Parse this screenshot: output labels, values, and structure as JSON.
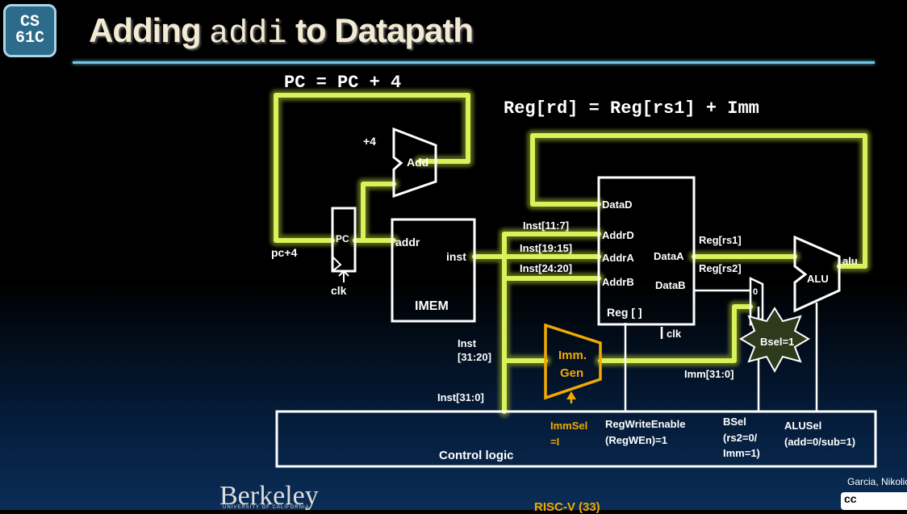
{
  "logo": {
    "line1": "CS",
    "line2": "61C"
  },
  "title": {
    "prefix": "Adding ",
    "code": "addi",
    "suffix": " to Datapath"
  },
  "equations": {
    "pc_update": "PC = PC + 4",
    "reg_update": "Reg[rd] = Reg[rs1] + Imm"
  },
  "labels": {
    "plus4": "+4",
    "add": "Add",
    "pc": "PC",
    "pc_plus4": "pc+4",
    "clk": "clk",
    "addr": "addr",
    "inst": "inst",
    "imem": "IMEM",
    "inst_11_7": "Inst[11:7]",
    "inst_19_15": "Inst[19:15]",
    "inst_24_20": "Inst[24:20]",
    "data_d": "DataD",
    "addr_d": "AddrD",
    "addr_a": "AddrA",
    "addr_b": "AddrB",
    "data_a": "DataA",
    "data_b": "DataB",
    "reg": "Reg [ ]",
    "reg_clk": "clk",
    "reg_rs1": "Reg[rs1]",
    "reg_rs2": "Reg[rs2]",
    "alu": "ALU",
    "alu_out": "alu",
    "mux_0": "0",
    "bsel_burst": "Bsel=1",
    "imm_gen_1": "Imm.",
    "imm_gen_2": "Gen",
    "imm_31_0": "Imm[31:0]",
    "inst_31_20_a": "Inst",
    "inst_31_20_b": "[31:20]",
    "inst_31_0": "Inst[31:0]",
    "control_logic": "Control logic",
    "immsel_1": "ImmSel",
    "immsel_2": "=I",
    "regwen_1": "RegWriteEnable",
    "regwen_2": "(RegWEn)=1",
    "bsel_1": "BSel",
    "bsel_2": "(rs2=0/",
    "bsel_3": "Imm=1)",
    "alusel_1": "ALUSel",
    "alusel_2": "(add=0/sub=1)"
  },
  "footer": {
    "berkeley": "Berkeley",
    "berkeley_sub": "UNIVERSITY OF CALIFORNIA",
    "center": "RISC-V (33)",
    "right": "Garcia, Nikolić",
    "license": "cc"
  },
  "colors": {
    "highlight": "#d9f25a",
    "imm_gen": "#f2a900",
    "wire": "#ffffff",
    "accent_rule": "#6fc6e8"
  }
}
